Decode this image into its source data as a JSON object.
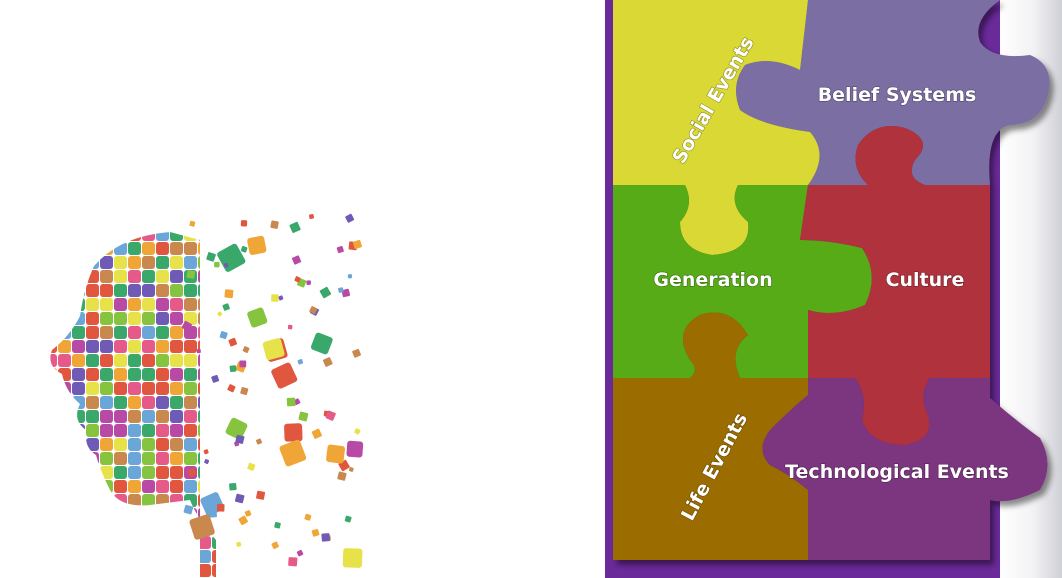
{
  "pieces": [
    {
      "key": "social",
      "label": "Social Events",
      "color": "#d9d834"
    },
    {
      "key": "belief",
      "label": "Belief Systems",
      "color": "#7a6ea3"
    },
    {
      "key": "generation",
      "label": "Generation",
      "color": "#57ab12"
    },
    {
      "key": "culture",
      "label": "Culture",
      "color": "#b0303e"
    },
    {
      "key": "life",
      "label": "Life Events",
      "color": "#9b6c05"
    },
    {
      "key": "tech",
      "label": "Technological Events",
      "color": "#7c367f"
    }
  ],
  "colors": {
    "panel_background": "#6a2a9a",
    "puzzle_palette": [
      "#e0563f",
      "#f0a637",
      "#e8e24a",
      "#86c440",
      "#3aa86b",
      "#6aa6d8",
      "#6f5bb5",
      "#b84aa6",
      "#e65a8a",
      "#c8884e"
    ]
  },
  "illustration": {
    "name": "puzzle-head-silhouette"
  }
}
